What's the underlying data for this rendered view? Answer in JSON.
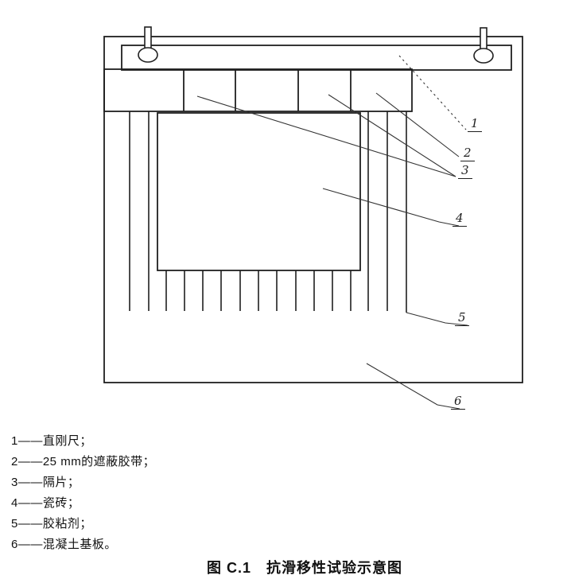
{
  "diagram": {
    "callouts": [
      "1",
      "2",
      "3",
      "4",
      "5",
      "6"
    ]
  },
  "legend": {
    "items": [
      {
        "text": "1——直刚尺；"
      },
      {
        "text": "2——25 mm的遮蔽胶带；"
      },
      {
        "text": "3——隔片；"
      },
      {
        "text": "4——瓷砖；"
      },
      {
        "text": "5——胶粘剂；"
      },
      {
        "text": "6——混凝土基板。"
      }
    ]
  },
  "caption": "图 C.1　抗滑移性试验示意图",
  "colors": {
    "ink": "#1f1f1f",
    "paper": "#ffffff"
  }
}
